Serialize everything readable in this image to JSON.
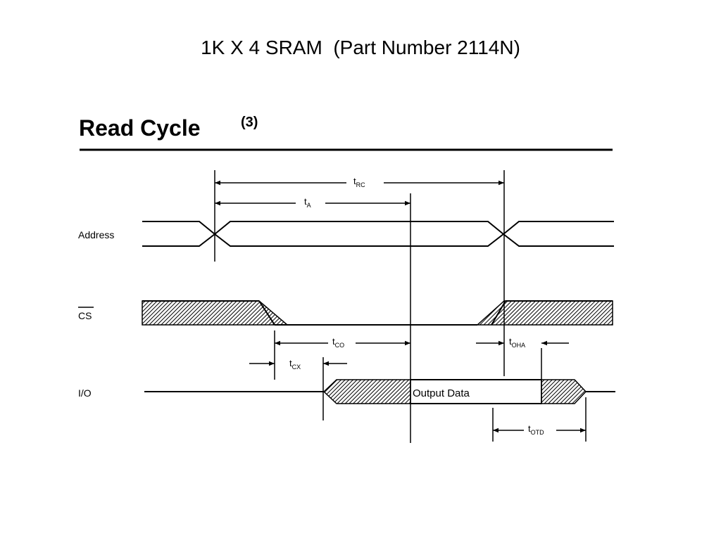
{
  "title": "1K X 4 SRAM  (Part Number 2114N)",
  "section": {
    "title": "Read Cycle",
    "superscript": "(3)"
  },
  "signals": {
    "address": "Address",
    "cs": "CS",
    "io": "I/O"
  },
  "params": {
    "t_rc": {
      "main": "t",
      "sub": "RC"
    },
    "t_a": {
      "main": "t",
      "sub": "A"
    },
    "t_co": {
      "main": "t",
      "sub": "CO"
    },
    "t_cx": {
      "main": "t",
      "sub": "CX"
    },
    "t_oha": {
      "main": "t",
      "sub": "OHA"
    },
    "t_otd": {
      "main": "t",
      "sub": "OTD"
    }
  },
  "output_data_label": "Output Data"
}
